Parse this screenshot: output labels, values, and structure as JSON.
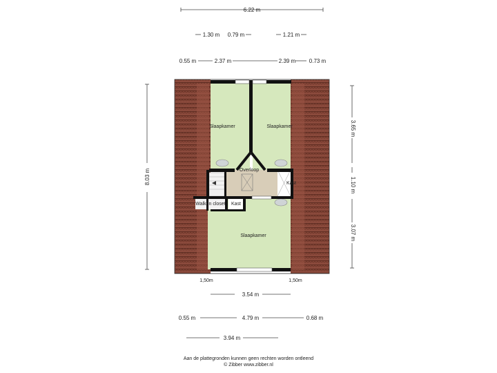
{
  "rooms": {
    "bedroom_top_left": "Slaapkamer",
    "bedroom_top_right": "Slaapkamer",
    "landing": "Overloop",
    "closet_right": "Kast",
    "walk_in_closet": "Walk-in closet",
    "closet_small": "Kast",
    "bedroom_bottom": "Slaapkamer"
  },
  "dimensions": {
    "top_total": "6.22 m",
    "top_row2_a": "1.30 m",
    "top_row2_b": "0.79 m",
    "top_row2_c": "1.21 m",
    "top_row3_a": "0.55 m",
    "top_row3_b": "2.37 m",
    "top_row3_c": "2.39 m",
    "top_row3_d": "0.73 m",
    "left_total": "8.03 m",
    "right_a": "3.65 m",
    "right_b": "1.10 m",
    "right_c": "3.07 m",
    "roof_left": "1,50m",
    "roof_right": "1,50m",
    "bottom_row1": "3.54 m",
    "bottom_row2_a": "0.55 m",
    "bottom_row2_b": "4.79 m",
    "bottom_row2_c": "0.68 m",
    "bottom_row3": "3.94 m"
  },
  "footer": {
    "line1": "Aan de plattegronden kunnen geen rechten worden ontleend",
    "line2": "© Zibber www.zibber.nl"
  },
  "colors": {
    "roof": "#8b4a3c",
    "roof_dark": "#5e2d22",
    "room_green": "#d6e8bd",
    "landing": "#d8cdb8",
    "stair": "#f2f2f2",
    "wall": "#111111"
  }
}
